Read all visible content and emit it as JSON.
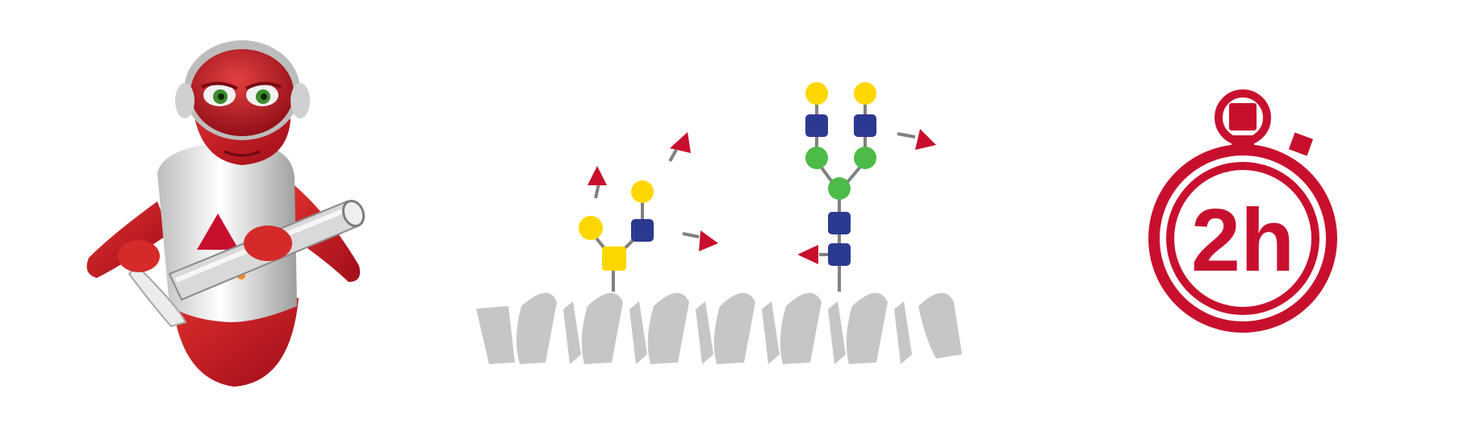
{
  "timer": {
    "label": "2h"
  },
  "colors": {
    "brand_red": "#c8102e",
    "galactose_yellow": "#ffd700",
    "glcnac_blue": "#2b3990",
    "mannose_green": "#4cbb47",
    "protein_gray": "#c6c6c6",
    "linkage_gray": "#808080"
  },
  "icons": {
    "mascot": "robot-mascot-holding-tube",
    "protein": "protein-helix-backbone",
    "o_glycan": "o-glycan-tree",
    "n_glycan": "n-glycan-tree",
    "sialic_acid": "sialic-acid-triangle",
    "stopwatch": "stopwatch-icon"
  }
}
